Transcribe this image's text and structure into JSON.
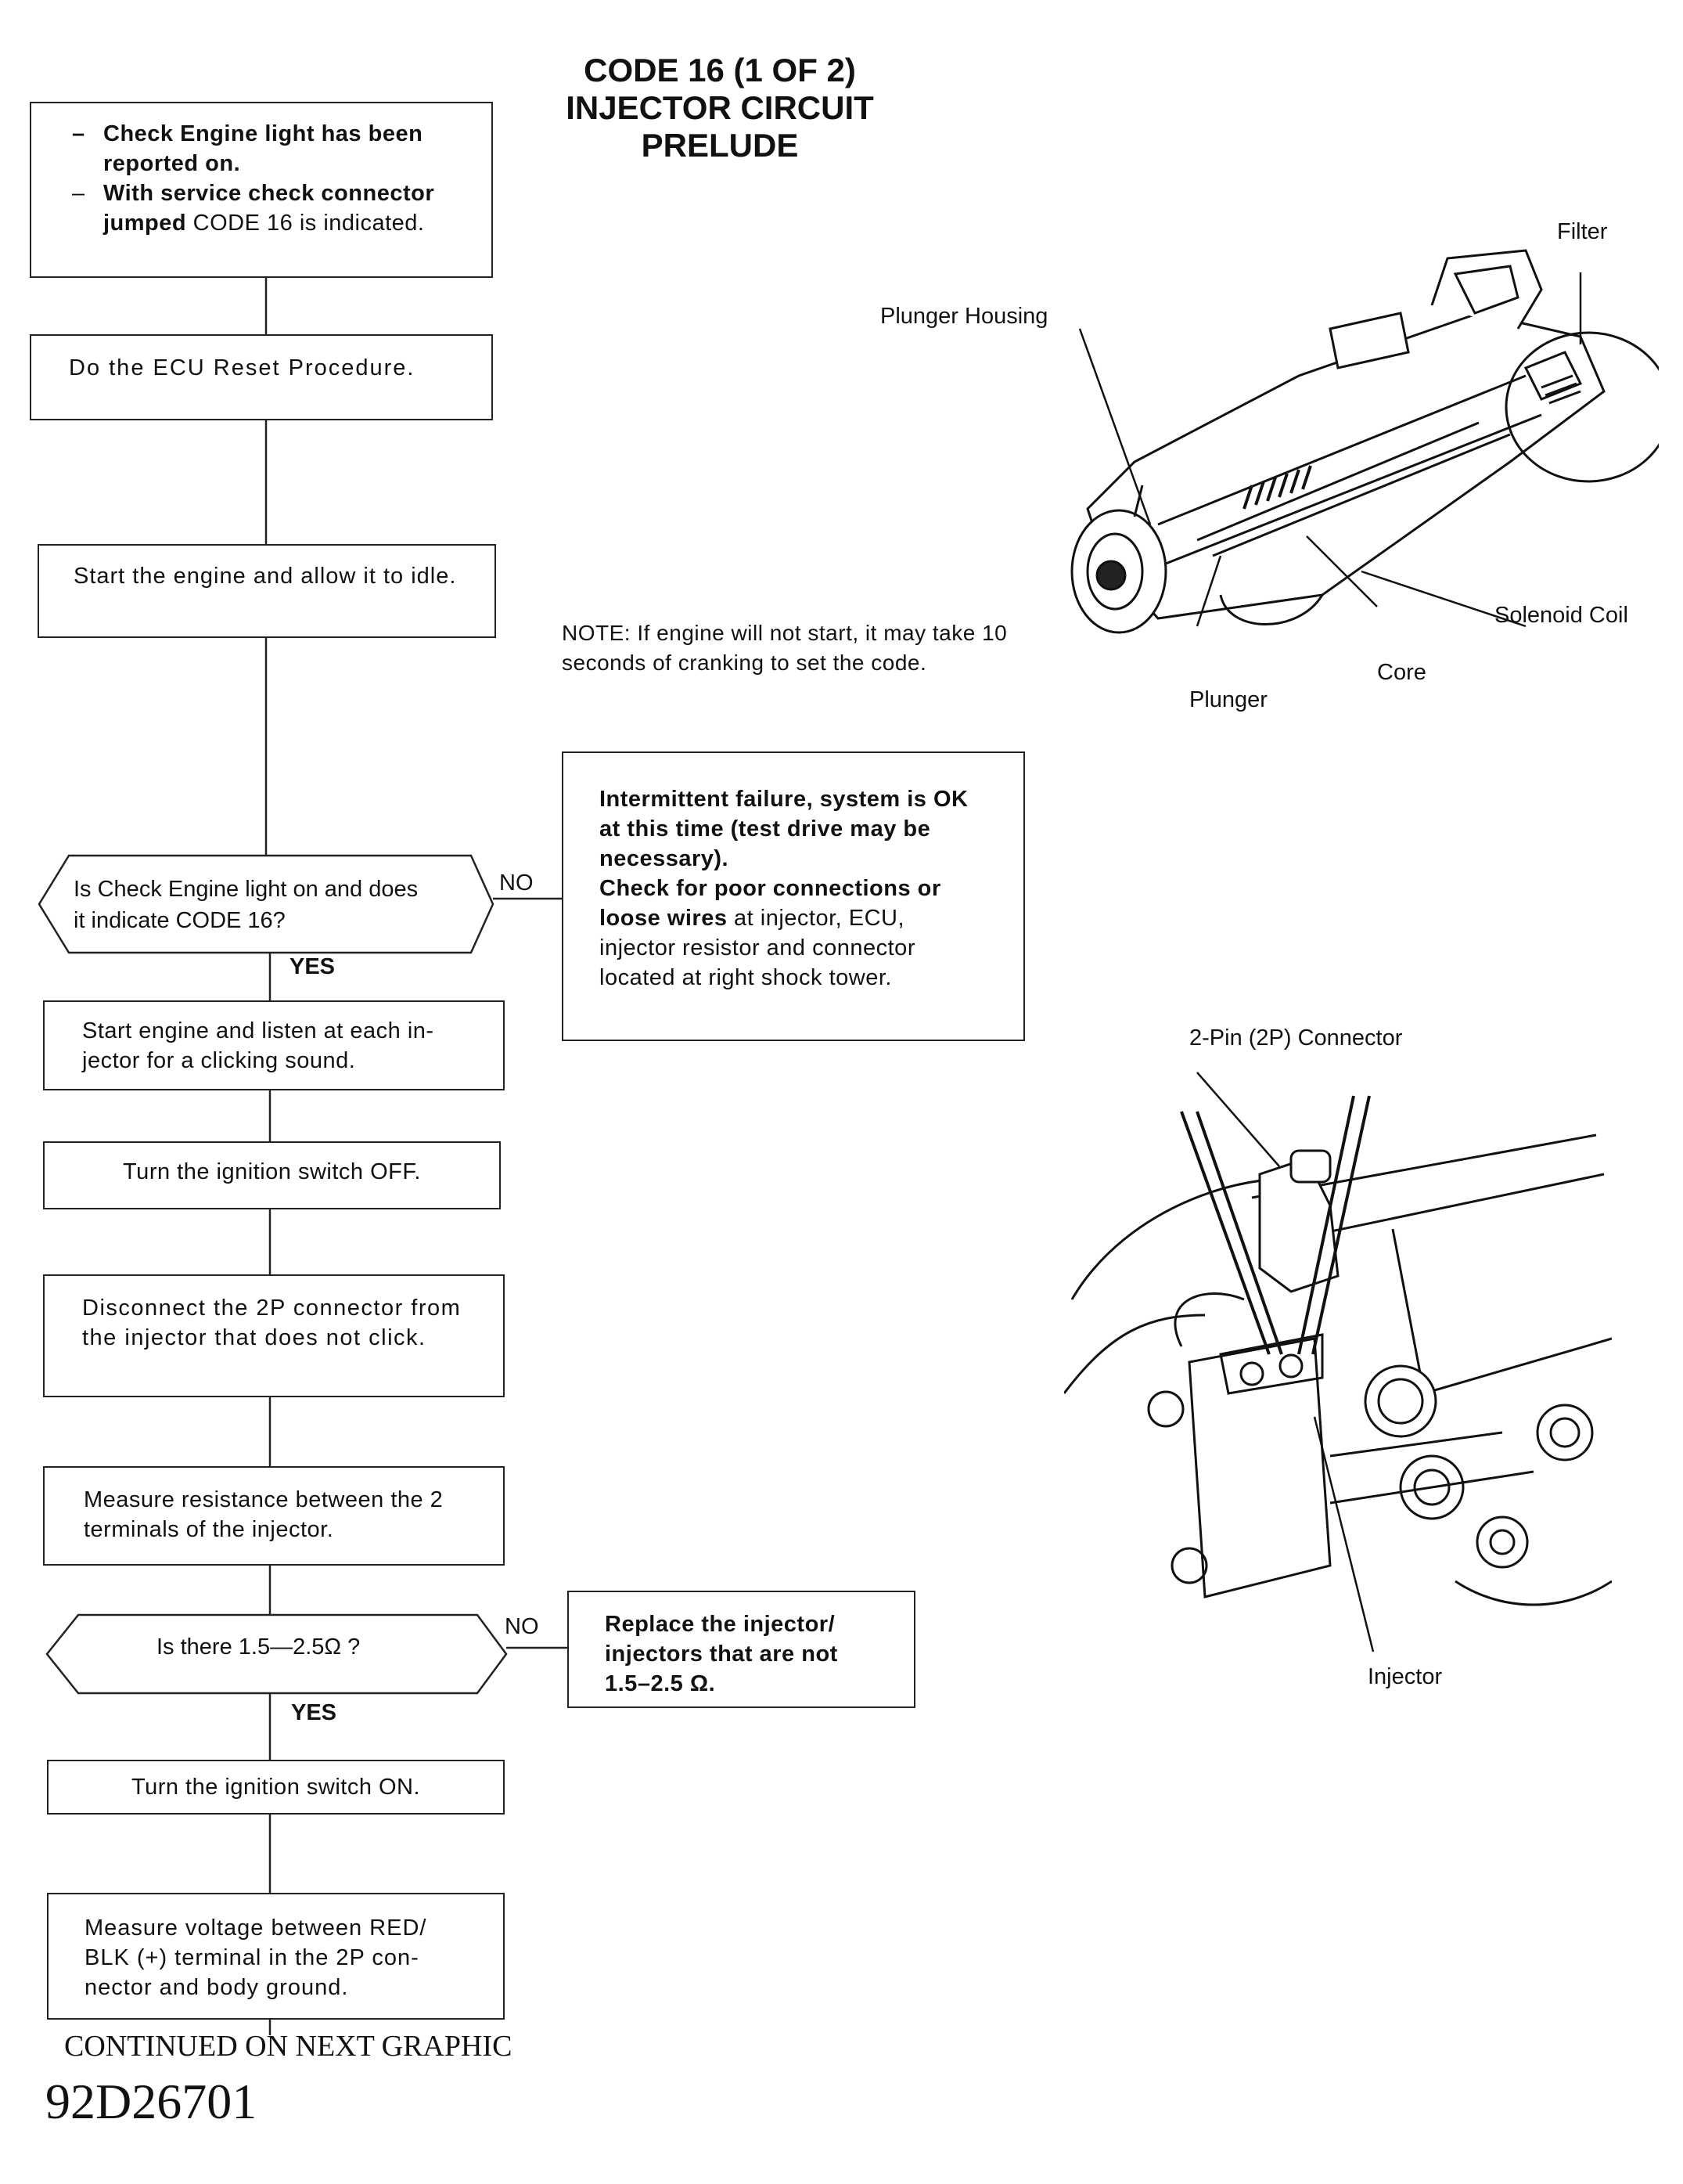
{
  "title": {
    "line1": "CODE 16 (1 OF 2)",
    "line2": "INJECTOR CIRCUIT",
    "line3": "PRELUDE"
  },
  "flow": {
    "box1": {
      "item1_bold": "Check Engine light has been reported on.",
      "item2_bold": "With service check connector jumped",
      "item2_rest": " CODE 16 is indicated."
    },
    "box2": "Do the ECU Reset Procedure.",
    "box3": "Start the engine and allow it to idle.",
    "decision1": {
      "text_line1": "Is Check Engine light on and does",
      "text_line2": "it indicate CODE 16?",
      "no": "NO",
      "yes": "YES"
    },
    "note": "NOTE: If engine will not start, it may take 10 seconds of cranking to set the code.",
    "intermittent": {
      "bold1": "Intermittent failure, system is OK at this time (test drive may be necessary).",
      "bold2": "Check for poor connections or loose wires",
      "rest": " at injector, ECU, injector resistor and connector located at right shock tower."
    },
    "box4": "Start engine and listen at each in-jector for a clicking sound.",
    "box5": "Turn the ignition switch OFF.",
    "box6": "Disconnect the 2P connector from the injector that does not click.",
    "box7": "Measure resistance between the 2 terminals of the injector.",
    "decision2": {
      "text": "Is there 1.5—2.5Ω ?",
      "no": "NO",
      "yes": "YES"
    },
    "replace": "Replace the injector/ injectors that are not 1.5–2.5 Ω.",
    "box8": "Turn the ignition switch ON.",
    "box9": "Measure voltage between RED/ BLK (+) terminal in the 2P con-nector and body ground."
  },
  "illustration1": {
    "filter": "Filter",
    "plunger_housing": "Plunger Housing",
    "solenoid_coil": "Solenoid Coil",
    "core": "Core",
    "plunger": "Plunger"
  },
  "illustration2": {
    "connector": "2-Pin (2P) Connector",
    "injector": "Injector"
  },
  "footer": {
    "continued": "CONTINUED ON NEXT GRAPHIC",
    "code": "92D26701"
  }
}
